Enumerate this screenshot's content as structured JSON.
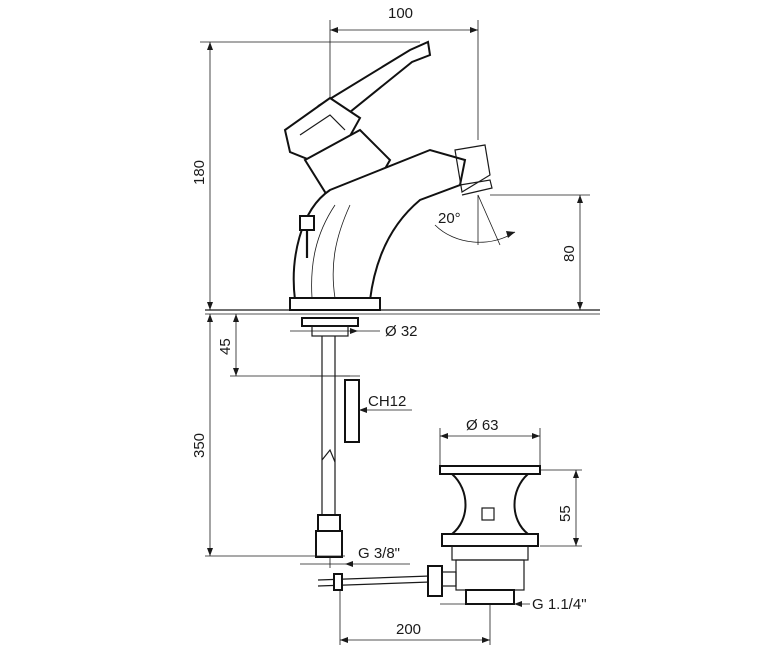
{
  "dimensions": {
    "width_top": "100",
    "height_total": "180",
    "spout_height": "80",
    "spout_angle": "20°",
    "base_diameter": "Ø 32",
    "base_thickness": "45",
    "hose_length": "350",
    "nut_size": "CH12",
    "thread_supply": "G 3/8\"",
    "waste_diameter": "Ø 63",
    "waste_height": "55",
    "waste_thread": "G 1.1/4\"",
    "rod_length": "200"
  }
}
